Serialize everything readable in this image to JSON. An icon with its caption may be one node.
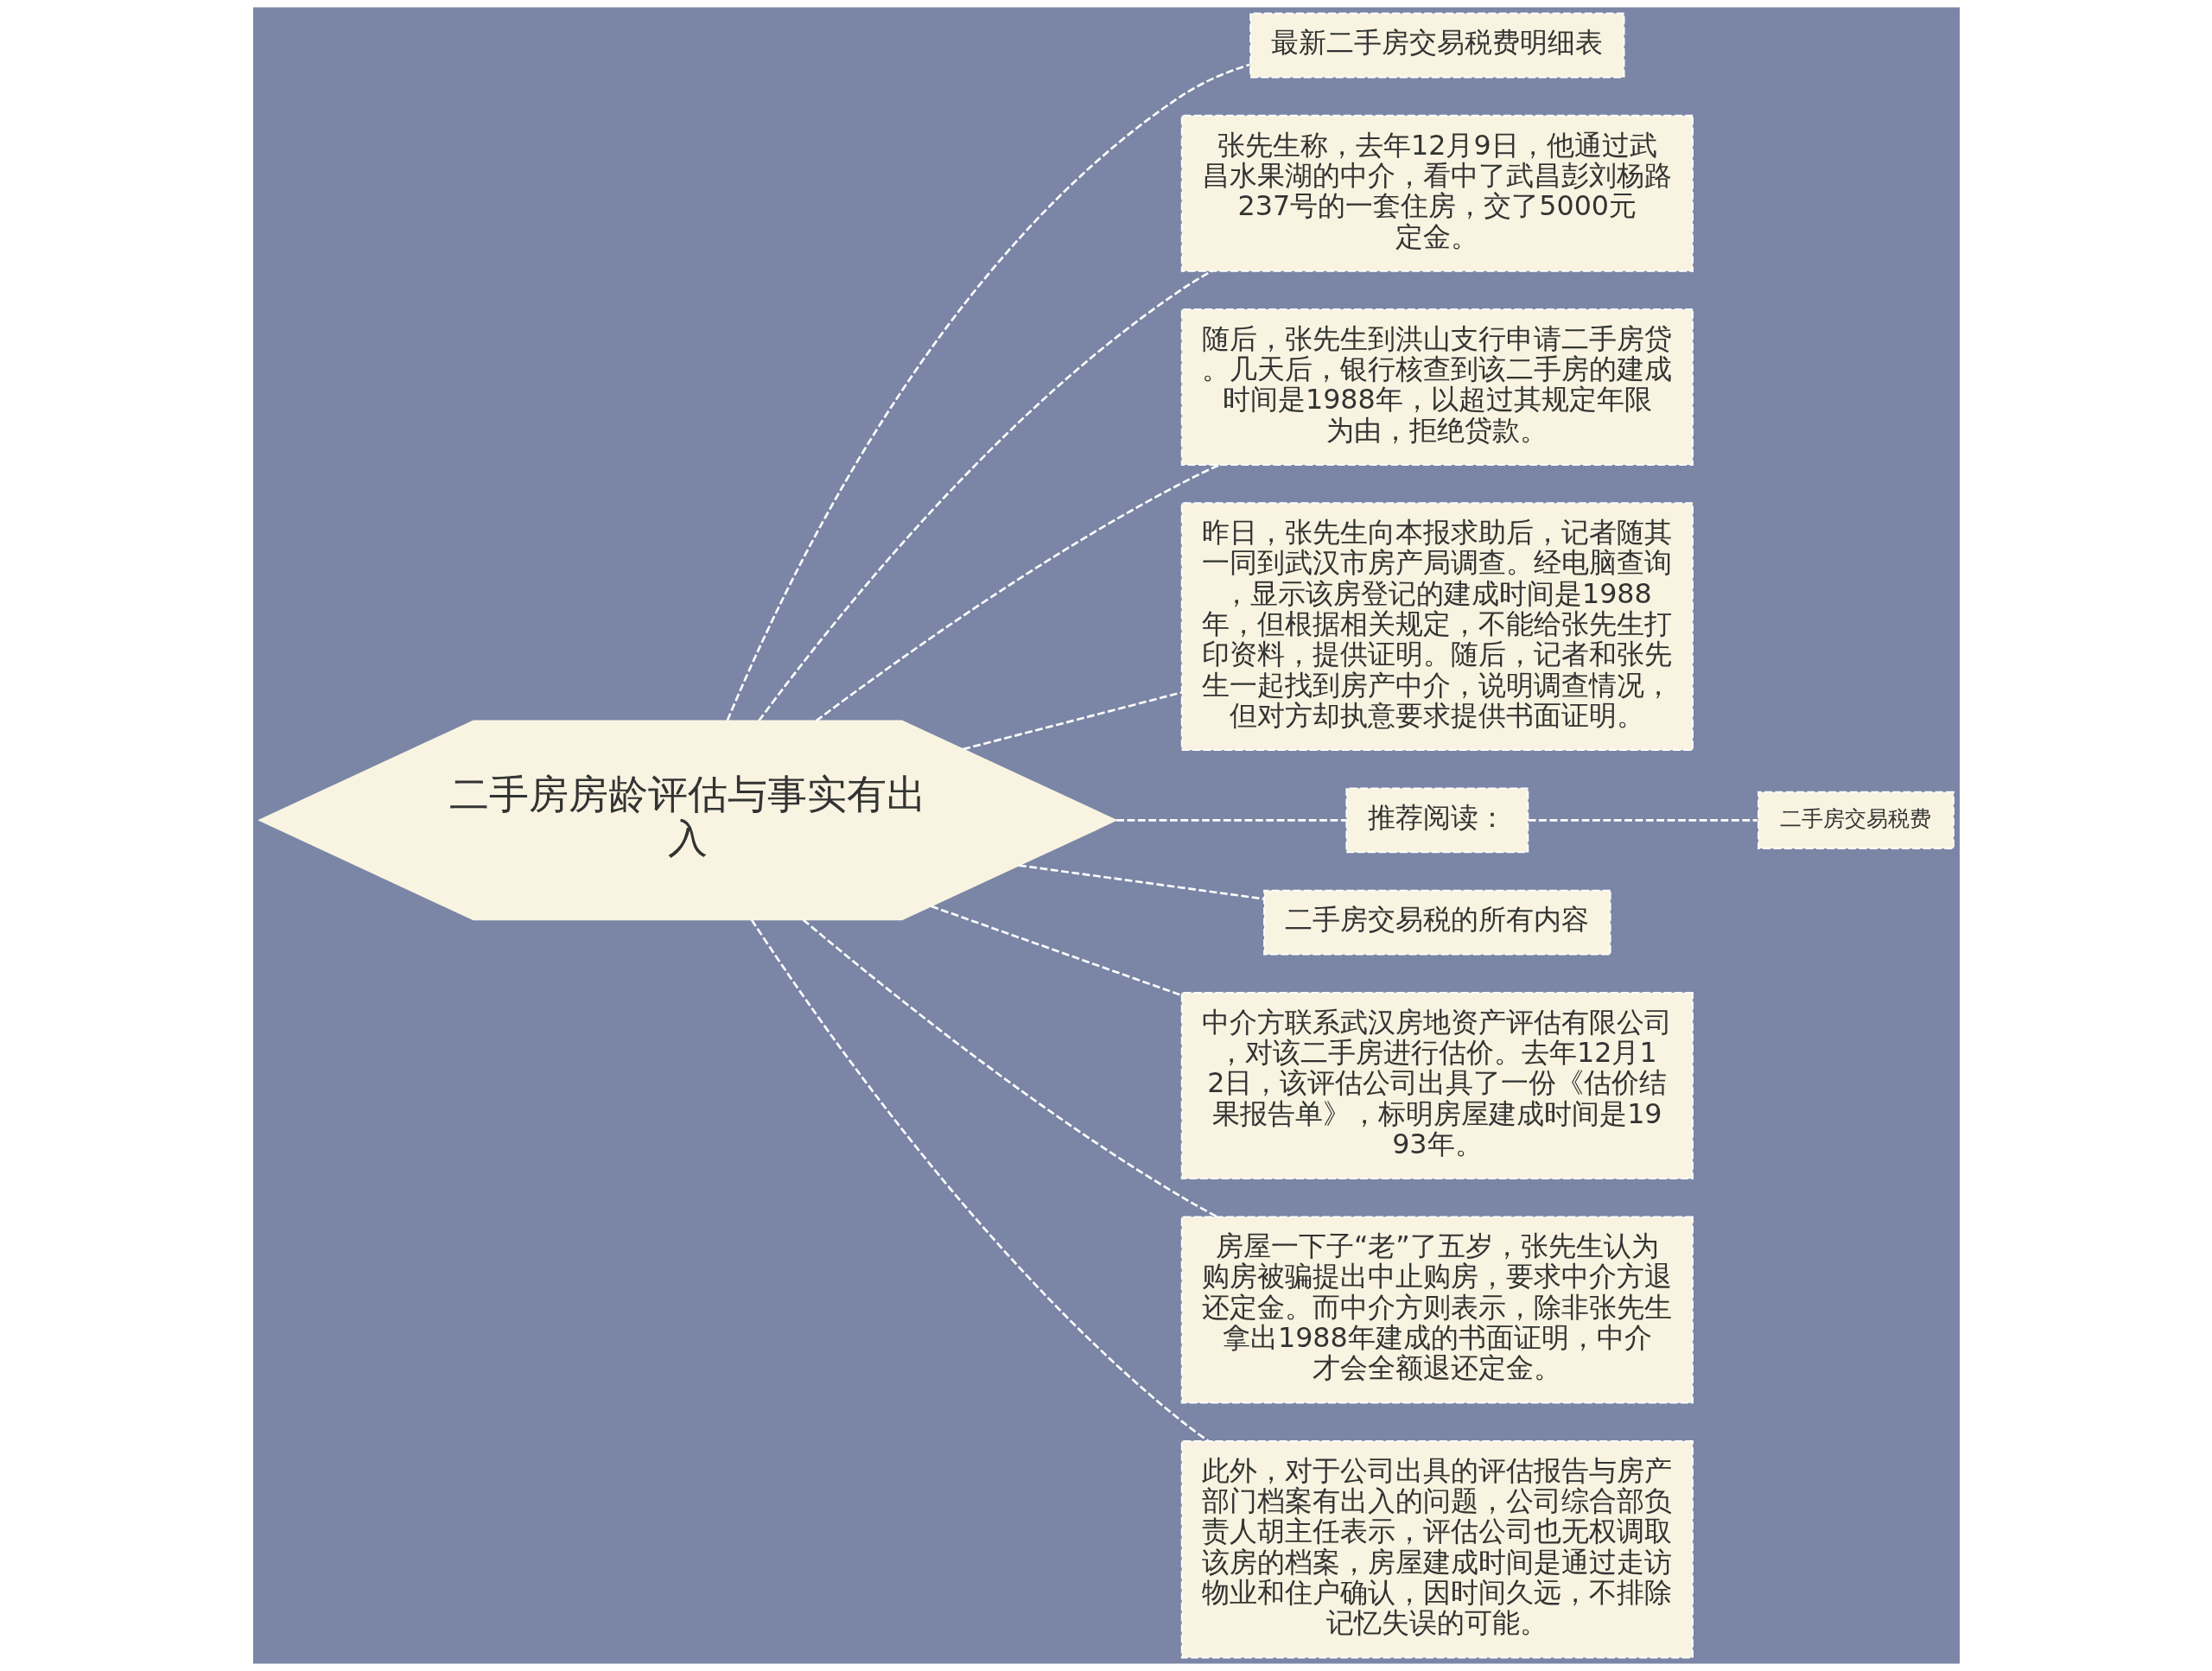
{
  "diagram": {
    "nodes": [
      {
        "text": [
          "二手房房龄评估与事实有出入"
        ]
      },
      {
        "text": [
          "最新二手房交易税费明细表"
        ]
      },
      {
        "text": [
          "张先生称，去年12月9日，他通过武昌水果湖的中介，看中了武昌彭刘杨路237号的一套住房，交了5000元定金。"
        ]
      },
      {
        "text": [
          "随后，张先生到洪山支行申请二手房贷。几天后，银行核查到该二手房的建成时间是1988年，以超过其规定年限为由，拒绝贷款。"
        ]
      },
      {
        "text": [
          "昨日，张先生向本报求助后，记者随其一同到武汉市房产局调查。经电脑查询，显示该房登记的建成时间是1988年，但根据相关规定，不能给张先生打印资料，提供证明。随后，记者和张先生一起找到房产中介，说明调查情况，但对方却执意要求提供书面证明。"
        ]
      },
      {
        "text": [
          "推荐阅读："
        ]
      },
      {
        "text": [
          "二手房交易税费"
        ]
      },
      {
        "text": [
          "二手房交易税的所有内容"
        ]
      },
      {
        "text": [
          "中介方联系武汉房地资产评估有限公司，对该二手房进行估价。去年12月12日，该评估公司出具了一份《估价结果报告单》，标明房屋建成时间是1993年。"
        ]
      },
      {
        "text": [
          "房屋一下子“老”了五岁，张先生认为购房被骗提出中止购房，要求中介方退还定金。而中介方则表示，除非张先生拿出1988年建成的书面证明，中介才会全额退还定金。"
        ]
      },
      {
        "text": [
          "此外，对于公司出具的评估报告与房产部门档案有出入的问题，公司综合部负责人胡主任表示，评估公司也无权调取该房的档案，房屋建成时间是通过走访物业和住户确认，因时间久远，不排除记忆失误的可能。"
        ]
      }
    ],
    "edges": [
      {
        "from": 0,
        "to": 1,
        "arrow": "none",
        "style": "dashed"
      },
      {
        "from": 0,
        "to": 2,
        "arrow": "none",
        "style": "dashed"
      },
      {
        "from": 0,
        "to": 3,
        "arrow": "none",
        "style": "dashed"
      },
      {
        "from": 0,
        "to": 4,
        "arrow": "none",
        "style": "dashed"
      },
      {
        "from": 0,
        "to": 5,
        "arrow": "none",
        "style": "dashed"
      },
      {
        "from": 5,
        "to": 6,
        "arrow": "none",
        "style": "dashed"
      },
      {
        "from": 0,
        "to": 7,
        "arrow": "none",
        "style": "dashed"
      },
      {
        "from": 0,
        "to": 8,
        "arrow": "none",
        "style": "dashed"
      },
      {
        "from": 0,
        "to": 9,
        "arrow": "none",
        "style": "dashed"
      },
      {
        "from": 0,
        "to": 10,
        "arrow": "none",
        "style": "dashed"
      }
    ]
  }
}
